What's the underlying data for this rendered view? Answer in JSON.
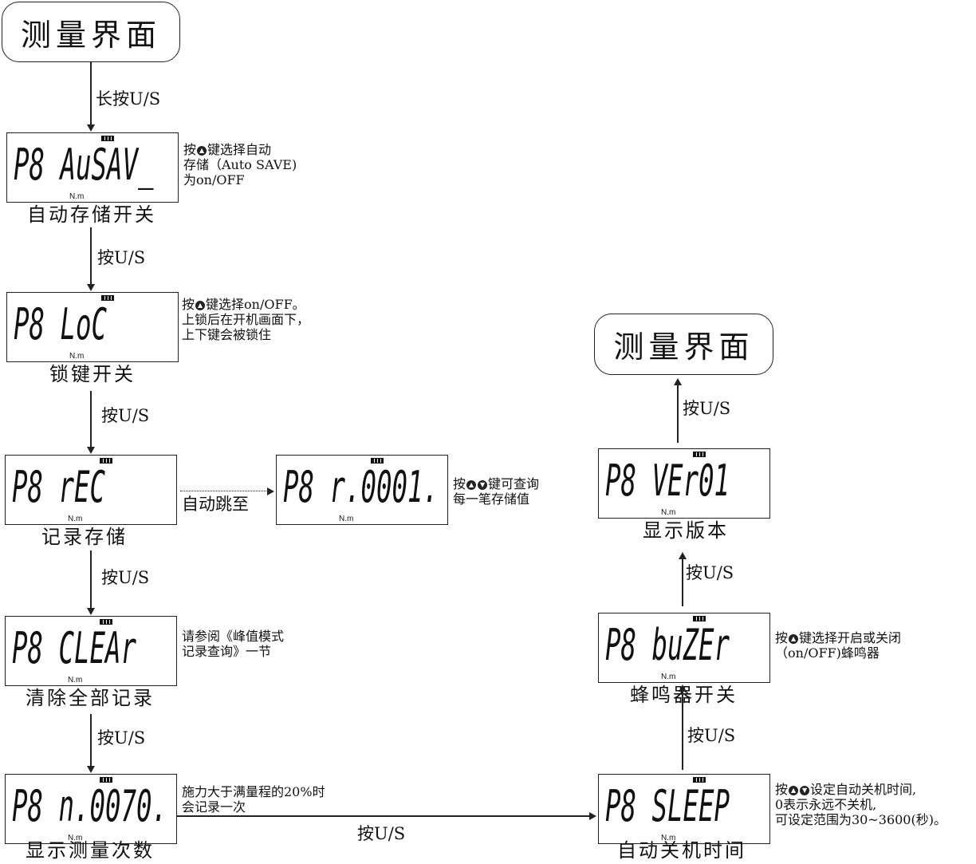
{
  "terminals": [
    {
      "label": "测量界面"
    },
    {
      "label": "测量界面"
    }
  ],
  "screens": [
    {
      "display": "P8 AuSAV_",
      "unit": "N.m",
      "caption": "自动存储开关",
      "note": [
        {
          "pre": "按",
          "icons": [
            "up"
          ],
          "post": "键选择自动"
        },
        {
          "pre": "存储（Auto SAVE)"
        },
        {
          "pre": "为on/OFF"
        }
      ]
    },
    {
      "display": "P8 LoC",
      "unit": "N.m",
      "caption": "锁键开关",
      "note": [
        {
          "pre": "按",
          "icons": [
            "up"
          ],
          "post": "键选择on/OFF。"
        },
        {
          "pre": "上锁后在开机画面下，"
        },
        {
          "pre": "上下键会被锁住"
        }
      ]
    },
    {
      "display": "P8 rEC",
      "unit": "N.m",
      "caption": "记录存储",
      "note": []
    },
    {
      "display": "P8 r.0001.",
      "unit": "N.m",
      "caption": "",
      "note": [
        {
          "pre": "按",
          "icons": [
            "up",
            "down"
          ],
          "post": "键可查询"
        },
        {
          "pre": "每一笔存储值"
        }
      ]
    },
    {
      "display": "P8 CLEAr",
      "unit": "N.m",
      "caption": "清除全部记录",
      "note": [
        {
          "pre": "请参阅《峰值模式"
        },
        {
          "pre": "记录查询》一节"
        }
      ]
    },
    {
      "display": "P8 n.0070.",
      "unit": "N.m",
      "caption": "显示测量次数",
      "note": [
        {
          "pre": "施力大于满量程的20%时"
        },
        {
          "pre": "会记录一次"
        }
      ]
    },
    {
      "display": "P8 SLEEP",
      "unit": "N.m",
      "caption": "自动关机时间",
      "note": [
        {
          "pre": "按",
          "icons": [
            "up",
            "down"
          ],
          "post": "设定自动关机时间,"
        },
        {
          "pre": "0表示永远不关机,"
        },
        {
          "pre": "可设定范围为30~3600(秒)。"
        }
      ]
    },
    {
      "display": "P8 buZEr",
      "unit": "N.m",
      "caption": "蜂鸣器开关",
      "note": [
        {
          "pre": "按",
          "icons": [
            "up"
          ],
          "post": "键选择开启或关闭"
        },
        {
          "pre": "（on/OFF)蜂鸣器"
        }
      ]
    },
    {
      "display": "P8 VEr01",
      "unit": "N.m",
      "caption": "显示版本",
      "note": []
    }
  ],
  "arrows": [
    "长按U/S",
    "按U/S",
    "按U/S",
    "自动跳至",
    "按U/S",
    "按U/S",
    "按U/S",
    "按U/S",
    "按U/S",
    "按U/S"
  ]
}
